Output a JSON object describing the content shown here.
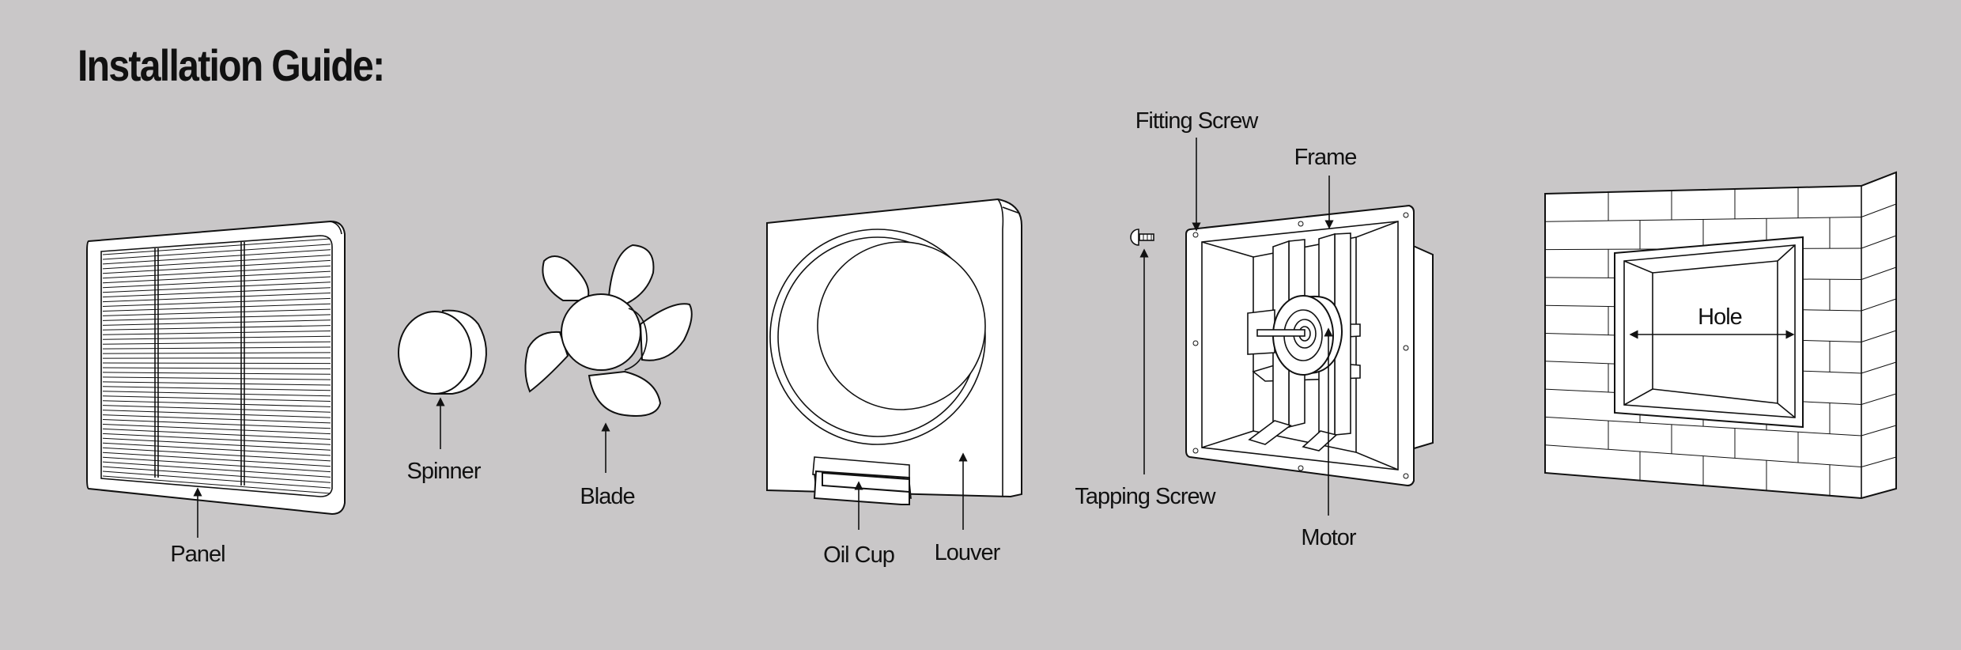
{
  "title": "Installation Guide:",
  "labels": {
    "panel": "Panel",
    "spinner": "Spinner",
    "blade": "Blade",
    "oil_cup": "Oil Cup",
    "louver": "Louver",
    "fitting_screw": "Fitting Screw",
    "frame": "Frame",
    "tapping_screw": "Tapping Screw",
    "motor": "Motor",
    "hole": "Hole"
  },
  "colors": {
    "background": "#c9c7c8",
    "line": "#111111",
    "fill": "#ffffff"
  }
}
